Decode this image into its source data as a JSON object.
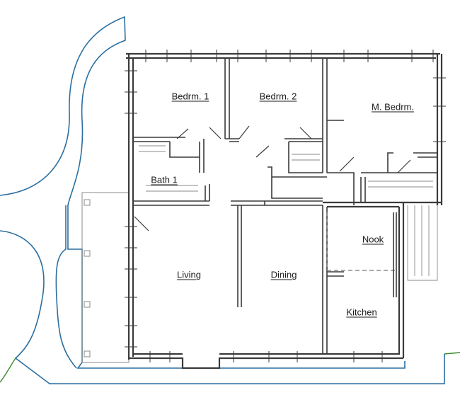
{
  "floor_plan": {
    "rooms": [
      {
        "id": "bedroom-1",
        "label": "Bedrm. 1"
      },
      {
        "id": "bedroom-2",
        "label": "Bedrm. 2"
      },
      {
        "id": "master-bedroom",
        "label": "M. Bedrm."
      },
      {
        "id": "bath-1",
        "label": "Bath 1"
      },
      {
        "id": "nook",
        "label": "Nook"
      },
      {
        "id": "living",
        "label": "Living"
      },
      {
        "id": "dining",
        "label": "Dining"
      },
      {
        "id": "kitchen",
        "label": "Kitchen"
      }
    ],
    "colors": {
      "wall": "#3a3a3a",
      "wall_light": "#8a8a8a",
      "walkway": "#2a6fa0",
      "lawn_edge": "#3a8a2a",
      "label": "#1a1a1a"
    }
  }
}
